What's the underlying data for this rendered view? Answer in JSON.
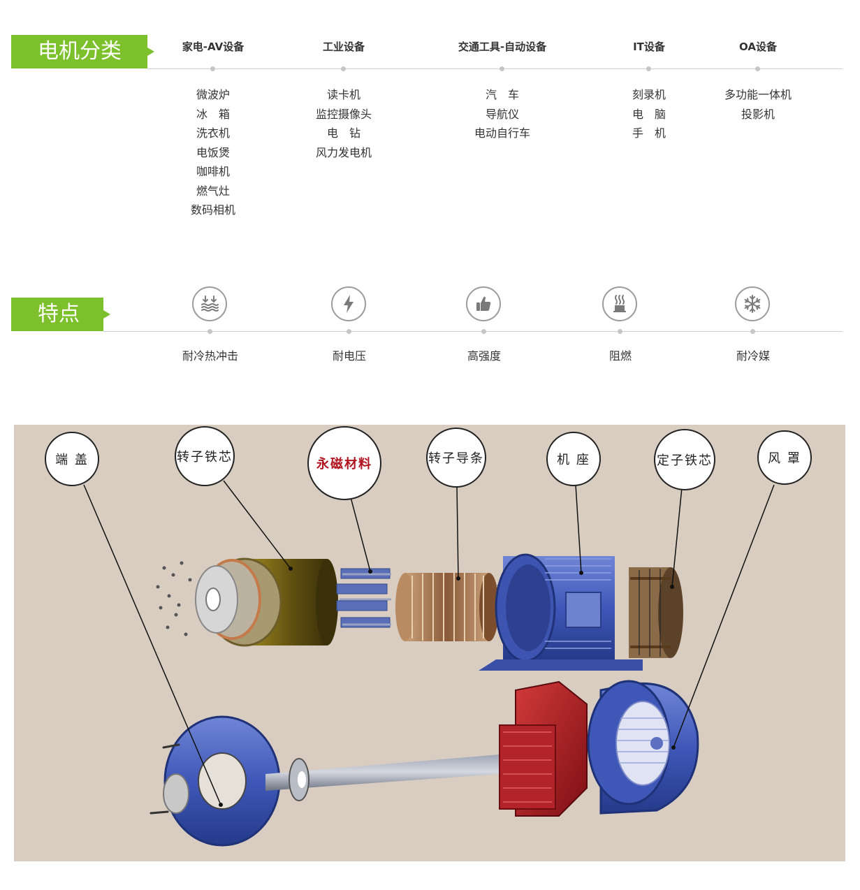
{
  "classification": {
    "label": "电机分类",
    "categories": [
      {
        "title": "家电-AV设备",
        "items": [
          "微波炉",
          "冰　箱",
          "洗衣机",
          "电饭煲",
          "咖啡机",
          "燃气灶",
          "数码相机"
        ]
      },
      {
        "title": "工业设备",
        "items": [
          "读卡机",
          "监控摄像头",
          "电　钻",
          "风力发电机"
        ]
      },
      {
        "title": "交通工具-自动设备",
        "items": [
          "汽　车",
          "导航仪",
          "电动自行车"
        ]
      },
      {
        "title": "IT设备",
        "items": [
          "刻录机",
          "电　脑",
          "手　机"
        ]
      },
      {
        "title": "OA设备",
        "items": [
          "多功能一体机",
          "投影机"
        ]
      }
    ]
  },
  "features": {
    "label": "特点",
    "items": [
      {
        "label": "耐冷热冲击",
        "icon": "thermal-shock-icon"
      },
      {
        "label": "耐电压",
        "icon": "lightning-icon"
      },
      {
        "label": "高强度",
        "icon": "thumbs-up-icon"
      },
      {
        "label": "阻燃",
        "icon": "flame-retardant-icon"
      },
      {
        "label": "耐冷媒",
        "icon": "snowflake-icon"
      }
    ]
  },
  "diagram": {
    "callouts": [
      "端 盖",
      "转子铁芯",
      "永磁材料",
      "转子导条",
      "机 座",
      "定子铁芯",
      "风 罩"
    ]
  },
  "colors": {
    "accent": "#7cc02b",
    "line": "#cfcfcf",
    "diagram_bg": "#d8cdc0",
    "callout_highlight": "#b0121f"
  }
}
